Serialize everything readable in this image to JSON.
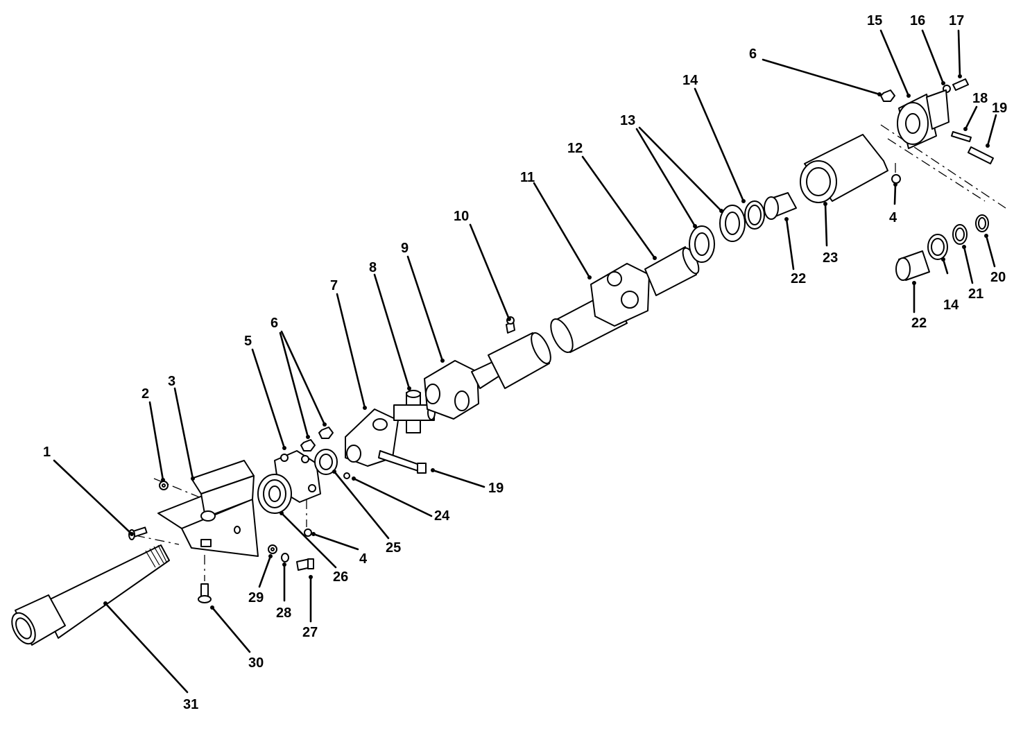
{
  "callouts": [
    {
      "id": "1",
      "text": "1"
    },
    {
      "id": "2",
      "text": "2"
    },
    {
      "id": "3",
      "text": "3"
    },
    {
      "id": "4a",
      "text": "4"
    },
    {
      "id": "4b",
      "text": "4"
    },
    {
      "id": "5",
      "text": "5"
    },
    {
      "id": "6a",
      "text": "6"
    },
    {
      "id": "6b",
      "text": "6"
    },
    {
      "id": "7",
      "text": "7"
    },
    {
      "id": "8",
      "text": "8"
    },
    {
      "id": "9",
      "text": "9"
    },
    {
      "id": "10",
      "text": "10"
    },
    {
      "id": "11",
      "text": "11"
    },
    {
      "id": "12",
      "text": "12"
    },
    {
      "id": "13",
      "text": "13"
    },
    {
      "id": "14a",
      "text": "14"
    },
    {
      "id": "14b",
      "text": "14"
    },
    {
      "id": "15",
      "text": "15"
    },
    {
      "id": "16",
      "text": "16"
    },
    {
      "id": "17",
      "text": "17"
    },
    {
      "id": "18",
      "text": "18"
    },
    {
      "id": "19a",
      "text": "19"
    },
    {
      "id": "19b",
      "text": "19"
    },
    {
      "id": "20",
      "text": "20"
    },
    {
      "id": "21",
      "text": "21"
    },
    {
      "id": "22a",
      "text": "22"
    },
    {
      "id": "22b",
      "text": "22"
    },
    {
      "id": "23",
      "text": "23"
    },
    {
      "id": "24",
      "text": "24"
    },
    {
      "id": "25",
      "text": "25"
    },
    {
      "id": "26",
      "text": "26"
    },
    {
      "id": "27",
      "text": "27"
    },
    {
      "id": "28",
      "text": "28"
    },
    {
      "id": "29",
      "text": "29"
    },
    {
      "id": "30",
      "text": "30"
    },
    {
      "id": "31",
      "text": "31"
    }
  ]
}
